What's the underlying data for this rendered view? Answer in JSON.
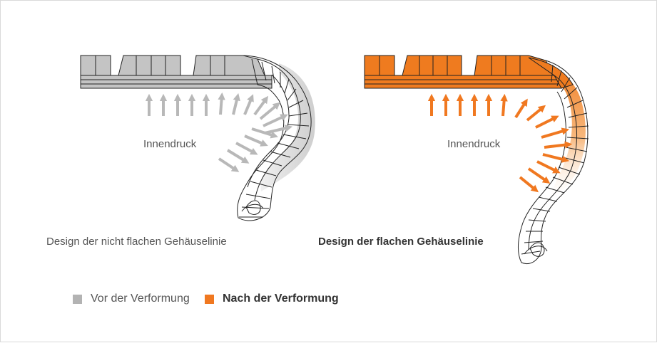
{
  "left_panel": {
    "pressure_label": "Innendruck",
    "caption": "Design der nicht flachen Gehäuselinie"
  },
  "right_panel": {
    "pressure_label": "Innendruck",
    "caption": "Design der flachen Gehäuselinie"
  },
  "legend": {
    "before": {
      "label": "Vor der Verformung",
      "color": "#b3b3b3"
    },
    "after": {
      "label": "Nach der Verformung",
      "color": "#f07820"
    }
  },
  "colors": {
    "outline": "#222222",
    "grey_fill": "#c4c4c4",
    "grey_arrow": "#b8b8b8",
    "orange_fill": "#ef7b1f",
    "orange_arrow": "#f07820"
  }
}
